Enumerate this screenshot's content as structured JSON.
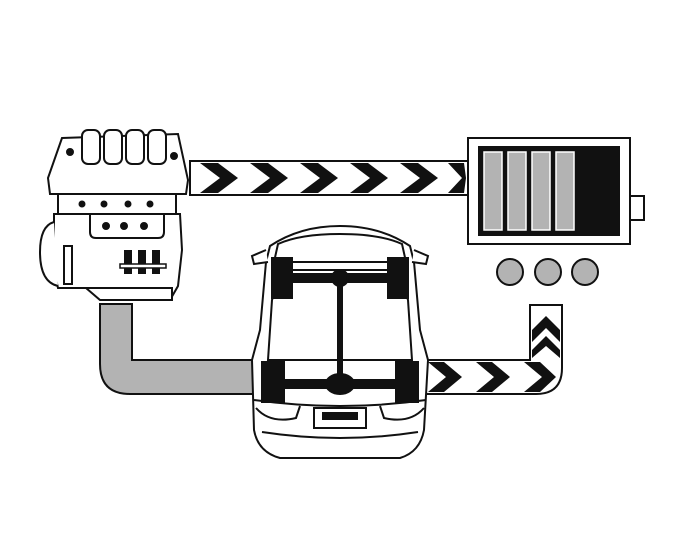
{
  "diagram": {
    "colors": {
      "background": "#ffffff",
      "ink": "#111111",
      "gray_fill": "#b3b3b3",
      "light_fill": "#ffffff"
    },
    "engine": {
      "icon": "engine-block-icon"
    },
    "battery": {
      "icon": "battery-icon",
      "charge_bars_filled": 4,
      "charge_bars_total": 5
    },
    "indicator_lights": {
      "count": 3
    },
    "vehicle": {
      "icon": "car-chassis-icon",
      "view": "top-down"
    },
    "flows": [
      {
        "from": "engine",
        "to": "battery",
        "style": "black-chevron-arrow"
      },
      {
        "from": "engine",
        "to": "vehicle",
        "style": "gray-pipe-arrow"
      },
      {
        "from": "battery",
        "to": "vehicle",
        "style": "black-chevron-arrow"
      }
    ]
  }
}
